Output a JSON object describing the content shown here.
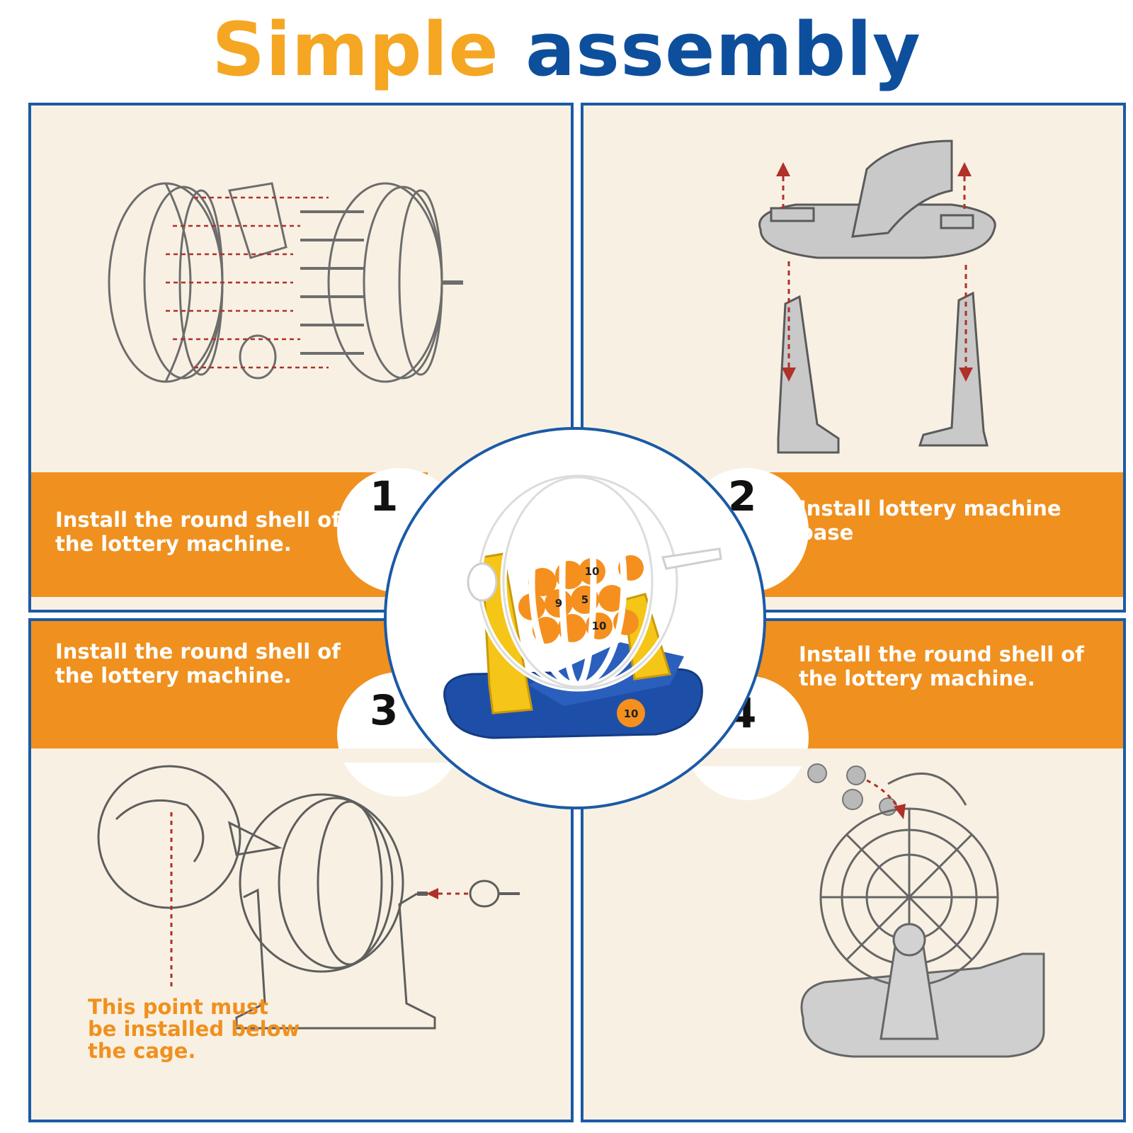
{
  "title": {
    "word1": "Simple",
    "word2": "assembly"
  },
  "steps": [
    {
      "number": "1",
      "caption": "Install the round shell of the lottery machine."
    },
    {
      "number": "2",
      "caption": "Install lottery machine base"
    },
    {
      "number": "3",
      "caption": "Install the round shell of the lottery machine."
    },
    {
      "number": "4",
      "caption": "Install the round shell of the lottery machine."
    }
  ],
  "note": "This point must be installed below the cage.",
  "balls": [
    "10",
    "5",
    "9",
    "10",
    "10"
  ],
  "colors": {
    "orange": "#f0901e",
    "blue": "#1b5aa6",
    "title_orange": "#f5a623",
    "title_blue": "#0d4f9c",
    "panel_bg": "#f8f1e3"
  }
}
